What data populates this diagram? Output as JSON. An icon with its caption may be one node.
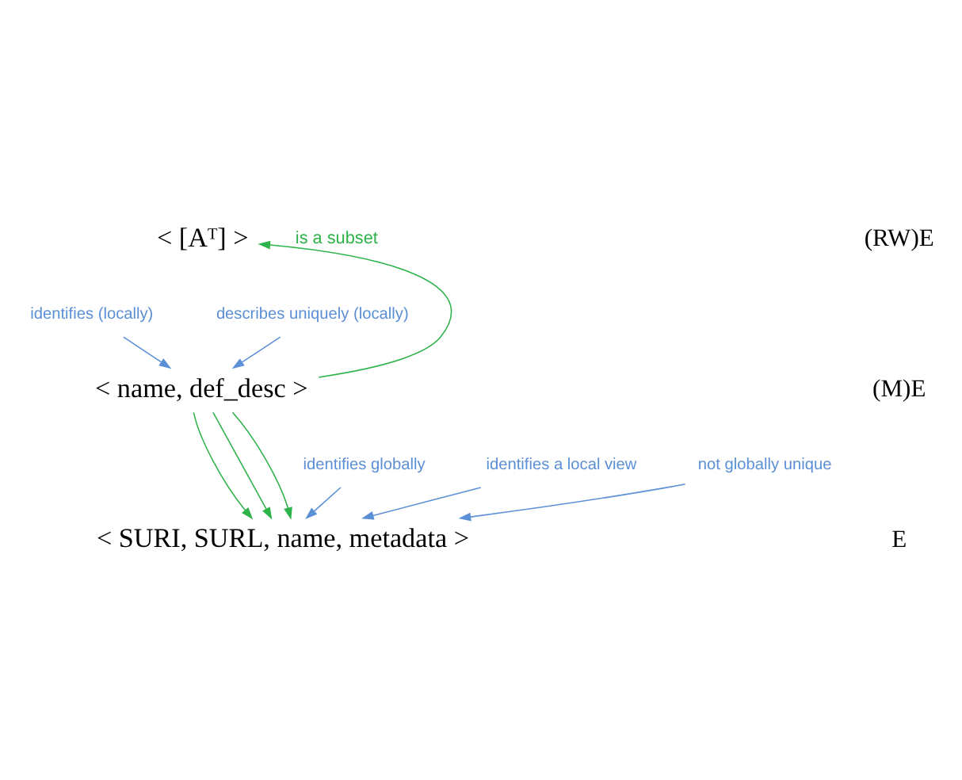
{
  "diagram": {
    "nodes": [
      {
        "text": [
          "< [Aᵀ] >"
        ]
      },
      {
        "text": [
          "identifies (locally)"
        ]
      },
      {
        "text": [
          "describes uniquely (locally)"
        ]
      },
      {
        "text": [
          "< name, def_desc >"
        ]
      },
      {
        "text": [
          "identifies globally"
        ]
      },
      {
        "text": [
          "identifies a local view"
        ]
      },
      {
        "text": [
          "not globally unique"
        ]
      },
      {
        "text": [
          "< SURI, SURL, name, metadata >"
        ]
      }
    ],
    "edges": [
      {
        "from": 3,
        "to": 0,
        "arrow": "to",
        "label": "is a subset",
        "color": "#2db34a"
      },
      {
        "from": 1,
        "to": 3,
        "arrow": "to",
        "color": "#5b8fd6"
      },
      {
        "from": 2,
        "to": 3,
        "arrow": "to",
        "color": "#5b8fd6"
      },
      {
        "from": 3,
        "to": 7,
        "arrow": "to",
        "color": "#2db34a"
      },
      {
        "from": 3,
        "to": 7,
        "arrow": "to",
        "color": "#2db34a"
      },
      {
        "from": 3,
        "to": 7,
        "arrow": "to",
        "color": "#2db34a"
      },
      {
        "from": 4,
        "to": 7,
        "arrow": "to",
        "color": "#5b8fd6"
      },
      {
        "from": 5,
        "to": 7,
        "arrow": "to",
        "color": "#5b8fd6"
      },
      {
        "from": 6,
        "to": 7,
        "arrow": "to",
        "color": "#5b8fd6"
      }
    ],
    "labels": [
      "(RW)E",
      "(M)E",
      "E"
    ]
  }
}
